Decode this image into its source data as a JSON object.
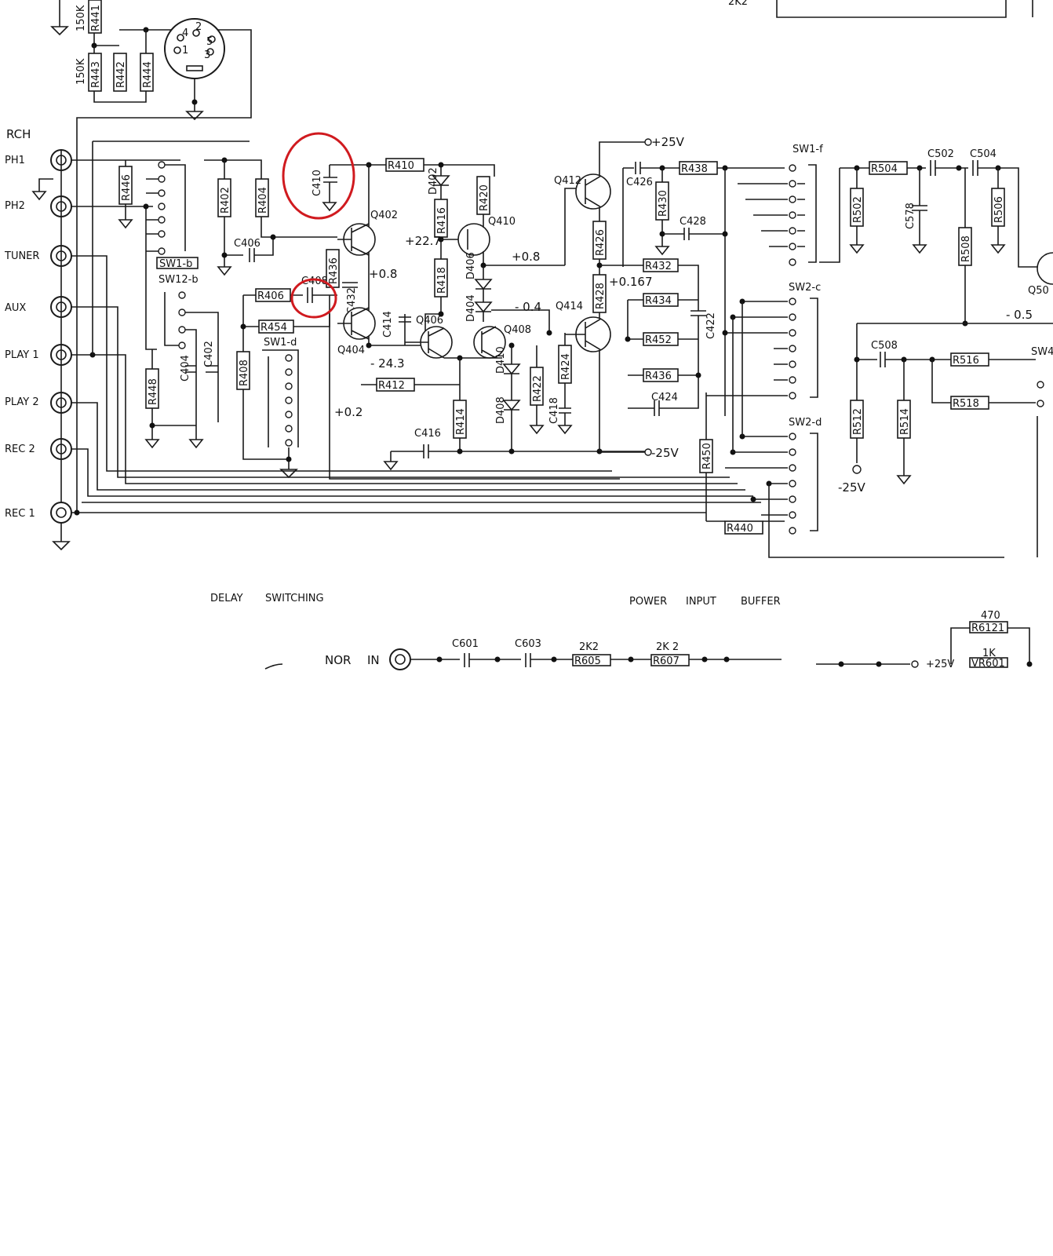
{
  "labels": {
    "rch": "RCH",
    "section_delay": "DELAY",
    "section_switching": "SWITCHING",
    "section_power": "POWER",
    "section_input": "INPUT",
    "section_buffer": "BUFFER",
    "nor_in": "NOR",
    "nor_in2": "IN",
    "top_2k2": "2K2"
  },
  "jacks": [
    {
      "id": "ph1",
      "label": "PH1"
    },
    {
      "id": "ph2",
      "label": "PH2"
    },
    {
      "id": "tuner",
      "label": "TUNER"
    },
    {
      "id": "aux",
      "label": "AUX"
    },
    {
      "id": "play1",
      "label": "PLAY 1"
    },
    {
      "id": "play2",
      "label": "PLAY 2"
    },
    {
      "id": "rec2",
      "label": "REC 2"
    },
    {
      "id": "rec1",
      "label": "REC 1"
    }
  ],
  "din": {
    "pins": [
      "4",
      "2",
      "5",
      "1",
      "3"
    ]
  },
  "resistors_v": [
    "R441",
    "R443",
    "R442",
    "R444",
    "R446",
    "R402",
    "R404",
    "R448",
    "R408",
    "R436",
    "R416",
    "R420",
    "R418",
    "R414",
    "R422",
    "R424",
    "R426",
    "R428",
    "R430",
    "R450",
    "R502",
    "R506",
    "R508",
    "R512",
    "R514"
  ],
  "resistors_h": [
    "R410",
    "R406",
    "R454",
    "R412",
    "R438",
    "R432",
    "R434",
    "R452",
    "R436",
    "R440",
    "R504",
    "R516",
    "R518",
    "R605",
    "R607",
    "R6121",
    "VR601"
  ],
  "value_labels": {
    "k150a": "150K",
    "k150b": "150K",
    "r605": "2K2",
    "r607": "2K 2",
    "r6121": "470",
    "vr601": "1K"
  },
  "capacitors": [
    "C410",
    "C406",
    "C408",
    "C432",
    "C404",
    "C402",
    "C414",
    "C416",
    "C418",
    "C426",
    "C428",
    "C422",
    "C424",
    "C502",
    "C504",
    "C578",
    "C508",
    "C601",
    "C603"
  ],
  "transistors": [
    "Q402",
    "Q404",
    "Q406",
    "Q408",
    "Q410",
    "Q412",
    "Q414",
    "Q50"
  ],
  "diodes": [
    "D402",
    "D404",
    "D406",
    "D410",
    "D408"
  ],
  "switches": [
    "SW1-b",
    "SW12-b",
    "SW1-d",
    "SW1-f",
    "SW2-c",
    "SW2-d",
    "SW4"
  ],
  "voltages": {
    "p25a": "+25V",
    "m25a": "-25V",
    "m25b": "-25V",
    "p25b": "+25V",
    "v227": "+22.7",
    "v08a": "+0.8",
    "v08b": "+0.8",
    "v0167": "+0.167",
    "vm04": "- 0.4",
    "vm05": "- 0.5",
    "vm243": "- 24.3",
    "v02": "+0.2"
  },
  "highlight_color": "#d01a1f"
}
